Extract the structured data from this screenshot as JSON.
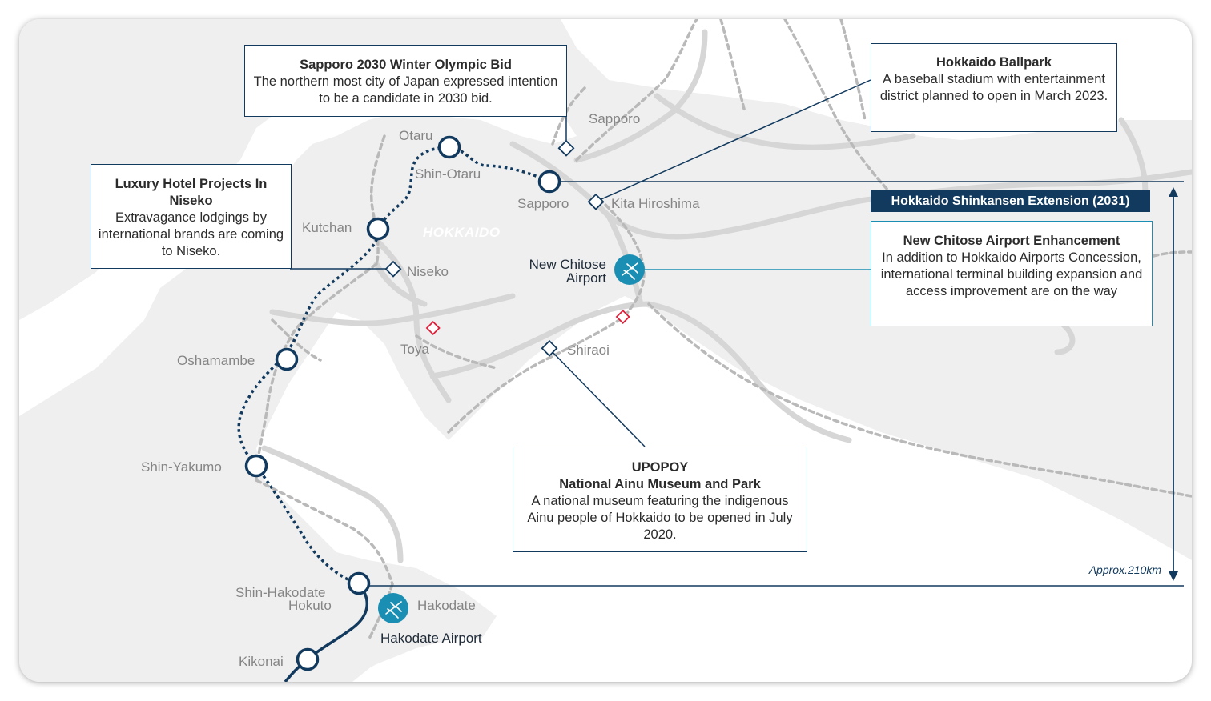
{
  "region_label": "HOKKAIDO",
  "callouts": {
    "olympic": {
      "title": "Sapporo 2030 Winter Olympic Bid",
      "body": "The northern most city of Japan expressed intention to be a candidate in 2030 bid."
    },
    "ballpark": {
      "title": "Hokkaido Ballpark",
      "body": "A baseball stadium with entertainment district planned to open in March 2023."
    },
    "niseko": {
      "title": "Luxury Hotel Projects In Niseko",
      "body": "Extravagance lodgings by international brands are coming to Niseko."
    },
    "chitose": {
      "title": "New Chitose Airport Enhancement",
      "body": "In addition to Hokkaido Airports Concession, international terminal building expansion and access improvement are on the way"
    },
    "upopoy": {
      "title": "UPOPOY",
      "subtitle": "National Ainu Museum and Park",
      "body": "A national museum featuring the indigenous Ainu people of Hokkaido to be opened in July 2020."
    }
  },
  "banner": "Hokkaido Shinkansen Extension (2031)",
  "distance": "Approx.210km",
  "stations": {
    "otaru": "Otaru",
    "shin_otaru": "Shin-Otaru",
    "sapporo": "Sapporo",
    "kutchan": "Kutchan",
    "oshamambe": "Oshamambe",
    "shin_yakumo": "Shin-Yakumo",
    "shin_hakodate_1": "Shin-Hakodate",
    "shin_hakodate_2": "Hokuto",
    "kikonai": "Kikonai"
  },
  "places": {
    "sapporo_city": "Sapporo",
    "kita_hiroshima": "Kita Hiroshima",
    "niseko": "Niseko",
    "toya": "Toya",
    "shiraoi": "Shiraoi",
    "hakodate": "Hakodate"
  },
  "airports": {
    "chitose_1": "New Chitose",
    "chitose_2": "Airport",
    "hakodate": "Hakodate Airport"
  },
  "colors": {
    "navy": "#123a5e",
    "teal": "#1a8fb3",
    "land": "#efefef",
    "road": "#d6d6d6",
    "rail": "#b9b9b9",
    "accent_red": "#e0203a"
  },
  "icons": {
    "airport": "airplane-icon",
    "station": "station-circle-icon",
    "poi": "diamond-marker-icon"
  }
}
